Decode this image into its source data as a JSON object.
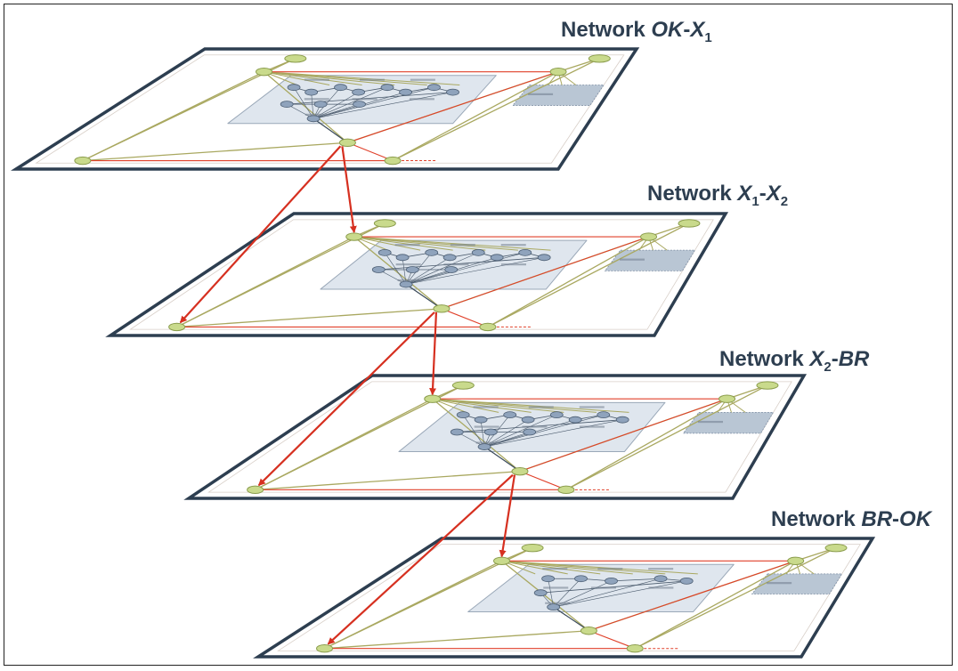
{
  "titles": [
    {
      "prefix": "Network ",
      "a": "OK",
      "sep": "-",
      "b": "X",
      "b_sub": "1"
    },
    {
      "prefix": "Network ",
      "a": "X",
      "a_sub": "1",
      "sep": "-",
      "b": "X",
      "b_sub": "2"
    },
    {
      "prefix": "Network ",
      "a": "X",
      "a_sub": "2",
      "sep": "-",
      "b": "BR"
    },
    {
      "prefix": "Network ",
      "a": "BR",
      "sep": "-",
      "b": "OK"
    }
  ],
  "colors": {
    "plane_border": "#2d3e50",
    "olive_link": "#a9a860",
    "red_link": "#e0402a",
    "transition_arrow": "#d63020",
    "node_fill": "#c9da8c",
    "group_fill": "#dfe6ee",
    "group_node": "#8fa3bc",
    "title": "#2d3e50"
  }
}
